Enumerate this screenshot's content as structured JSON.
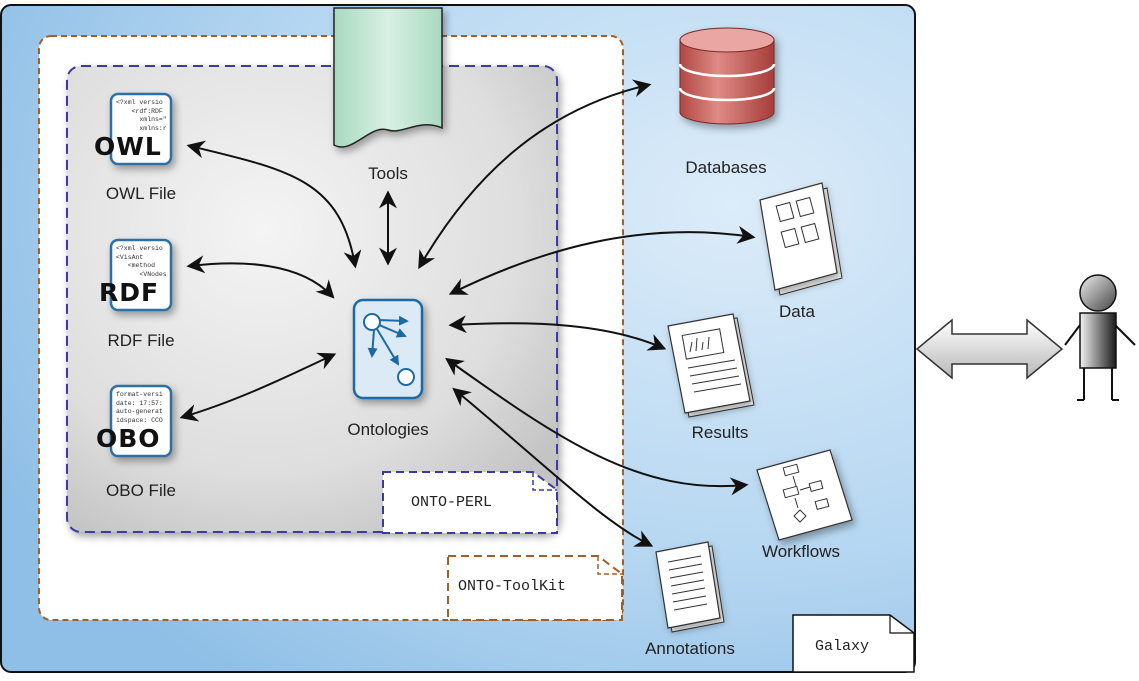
{
  "containers": {
    "galaxy": "Galaxy",
    "toolkit": "ONTO-ToolKit",
    "perl": "ONTO-PERL"
  },
  "files": [
    {
      "id": "owl",
      "badge": "OWL",
      "label": "OWL File",
      "code": "<?xml versio\n    <rdf:RDF\n      xmlns=\"\n      xmlns:r"
    },
    {
      "id": "rdf",
      "badge": "RDF",
      "label": "RDF File",
      "code": "<?xml versio\n<VisAnt\n   <method\n      <VNodes"
    },
    {
      "id": "obo",
      "badge": "OBO",
      "label": "OBO File",
      "code": "format-versi\ndate: 17:57:\nauto-generat\nidspace: CCO"
    }
  ],
  "center": {
    "tools": "Tools",
    "ontologies": "Ontologies"
  },
  "right": {
    "databases": "Databases",
    "data": "Data",
    "results": "Results",
    "workflows": "Workflows",
    "annotations": "Annotations"
  },
  "colors": {
    "galaxy_blue": "#a9cfee",
    "toolkit_border": "#a0602a",
    "perl_border": "#3a3aa0",
    "database_red": "#c0504d",
    "tools_green": "#bfe5d2"
  }
}
